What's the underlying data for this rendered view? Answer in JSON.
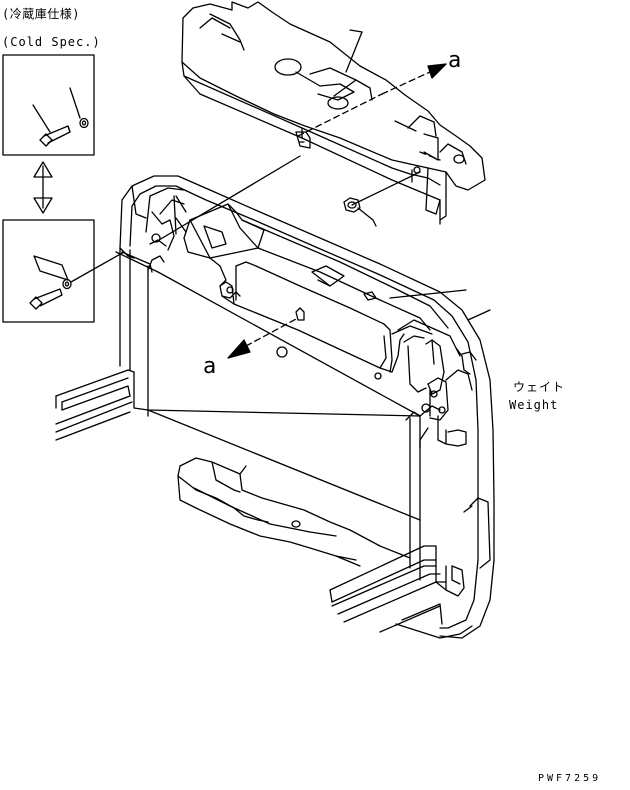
{
  "labels": {
    "cold_spec_jp": "(冷蔵庫仕様)",
    "cold_spec_en": "(Cold Spec.)",
    "view_arrow_top": "a",
    "view_arrow_mid": "a",
    "weight_jp": "ウェイト",
    "weight_en": "Weight",
    "ref_code": "PWF7259"
  },
  "colors": {
    "line": "#000000",
    "background": "#ffffff"
  }
}
